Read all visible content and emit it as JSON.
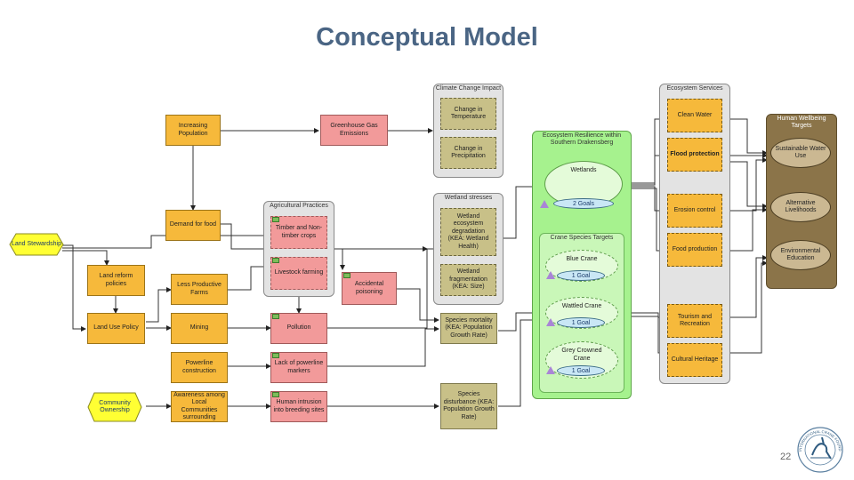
{
  "title": "Conceptual Model",
  "page_number": "22",
  "groups": {
    "climate": "Climate Change Impact",
    "wetland_stresses": "Wetland stresses",
    "agricultural": "Agricultural Practices",
    "resilience": "Ecosystem Resilience within Southern Drakensberg",
    "crane_targets": "Crane Species Targets",
    "ecosystem_services": "Ecosystem Services",
    "human_wellbeing": "Human Wellbeing Targets"
  },
  "nodes": {
    "land_stewardship": "Land Stewardship",
    "community_ownership": "Community Ownership",
    "increasing_population": "Increasing Population",
    "demand_food": "Demand for food",
    "land_reform": "Land reform policies",
    "land_use_policy": "Land Use Policy",
    "less_productive": "Less Productive Farms",
    "mining": "Mining",
    "powerline_construction": "Powerline construction",
    "lack_awareness": "Lack of Awareness among Local Communities surrounding project",
    "ghg": "Greenhouse Gas Emissions",
    "timber": "Timber and Non-timber crops",
    "livestock": "Livestock farming",
    "pollution": "Pollution",
    "lack_markers": "Lack of powerline markers",
    "human_intrusion": "Human intrusion into breeding sites",
    "accidental_poisoning": "Accidental poisoning",
    "change_temp": "Change in Temperature",
    "change_precip": "Change in Precipitation",
    "wetland_degradation": "Wetland ecosystem degradation (KEA: Wetland Health)",
    "wetland_fragmentation": "Wetland fragmentation (KEA: Size)",
    "species_mortality": "Species mortality (KEA: Population Growth Rate)",
    "species_disturbance": "Species disturbance (KEA: Population Growth Rate)",
    "wetlands": "Wetlands",
    "wetlands_goals": "2 Goals",
    "blue_crane": "Blue Crane",
    "blue_goal": "1 Goal",
    "wattled_crane": "Wattled Crane",
    "wattled_goal": "1 Goal",
    "grey_crowned_crane": "Grey Crowned Crane",
    "grey_goal": "1 Goal",
    "clean_water": "Clean Water",
    "flood_protection": "Flood protection",
    "erosion_control": "Erosion control",
    "food_production": "Food production",
    "tourism": "Tourism and Recreation",
    "cultural_heritage": "Cultural Heritage",
    "sustainable_water": "Sustainable Water Use",
    "alternative_livelihoods": "Alternative Livelihoods",
    "environmental_education": "Environmental Education"
  },
  "logo_text": "INTERNATIONAL CRANE FOUNDATION",
  "colors": {
    "title": "#4a6584",
    "factor": "#f6b93b",
    "threat": "#f29a9a",
    "stress": "#c8c088",
    "resilience_group": "#a6f28e",
    "wellbeing_group": "#8b7449",
    "goal": "#c9e7f5",
    "strategy": "#ffff33"
  },
  "icons": [
    "warning-triangle-icon",
    "crane-logo-icon"
  ]
}
